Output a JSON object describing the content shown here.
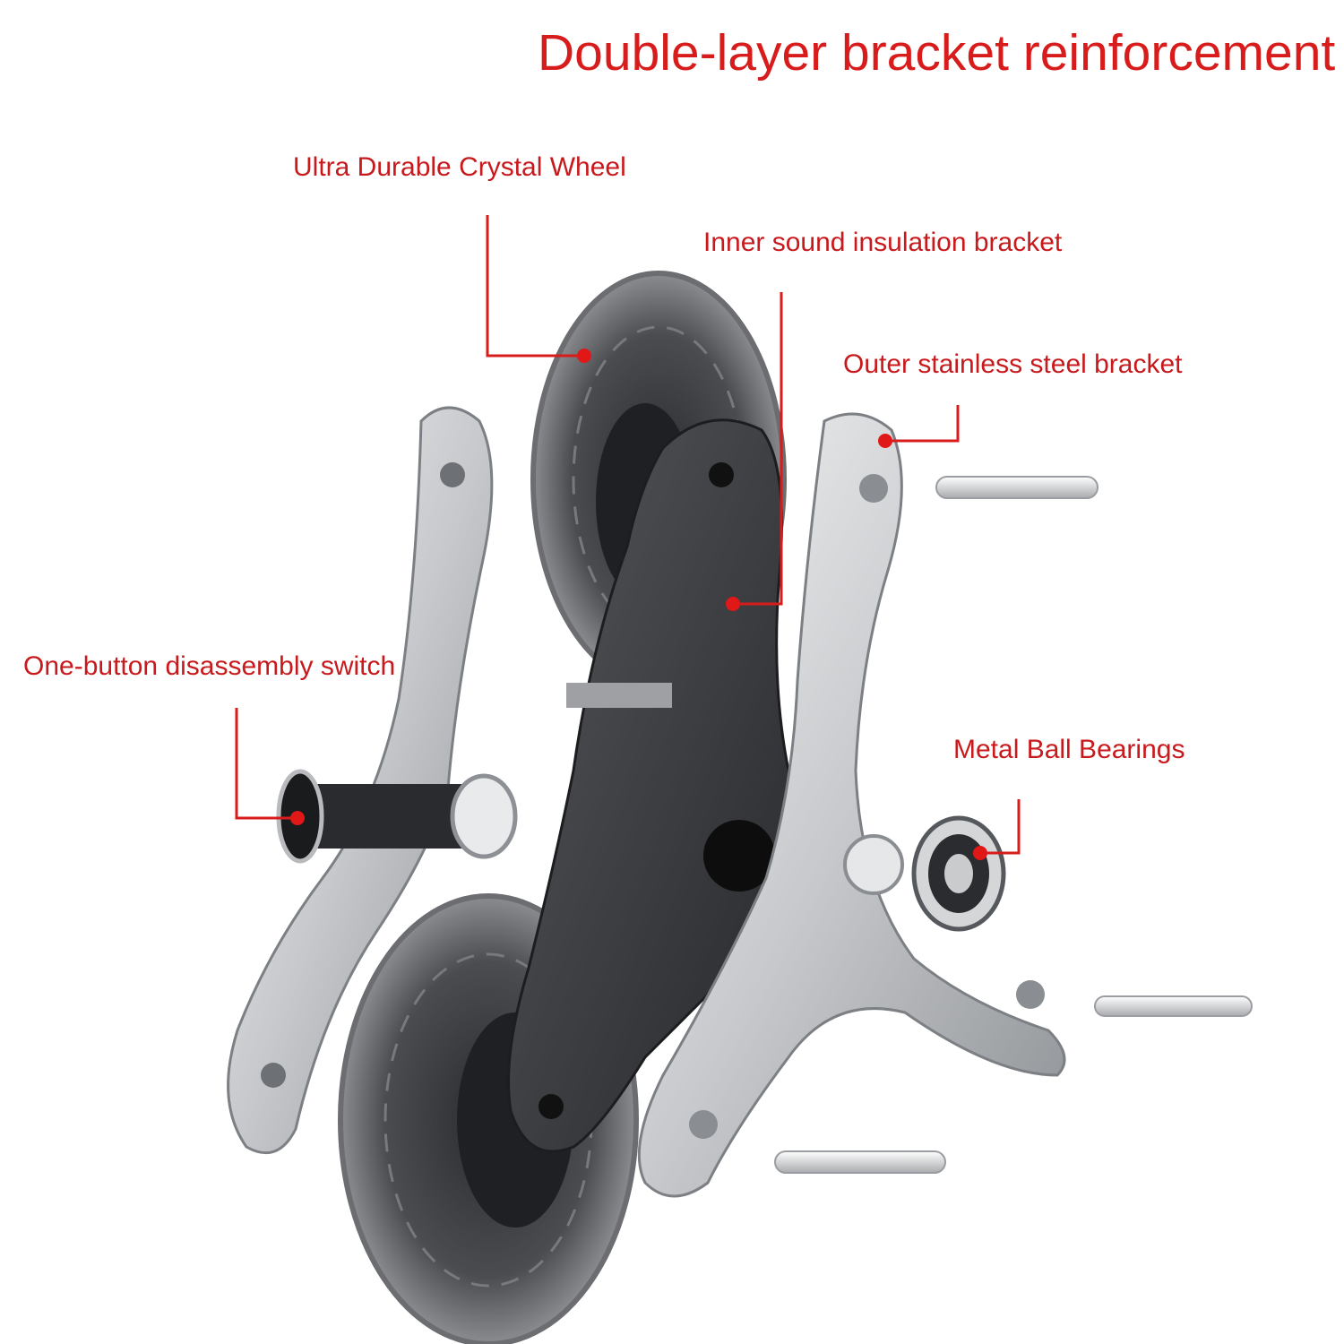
{
  "title": "Double-layer bracket reinforcement",
  "callouts": {
    "wheel": "Ultra Durable Crystal Wheel",
    "inner_bracket": "Inner sound insulation bracket",
    "outer_bracket": "Outer stainless steel bracket",
    "switch": "One-button disassembly switch",
    "bearings": "Metal Ball Bearings"
  },
  "colors": {
    "accent_red": "#d81c1c",
    "bracket_dark": "#3a3b3e",
    "steel": "#c9cbcd",
    "wheel_rim": "#5a5c60"
  }
}
